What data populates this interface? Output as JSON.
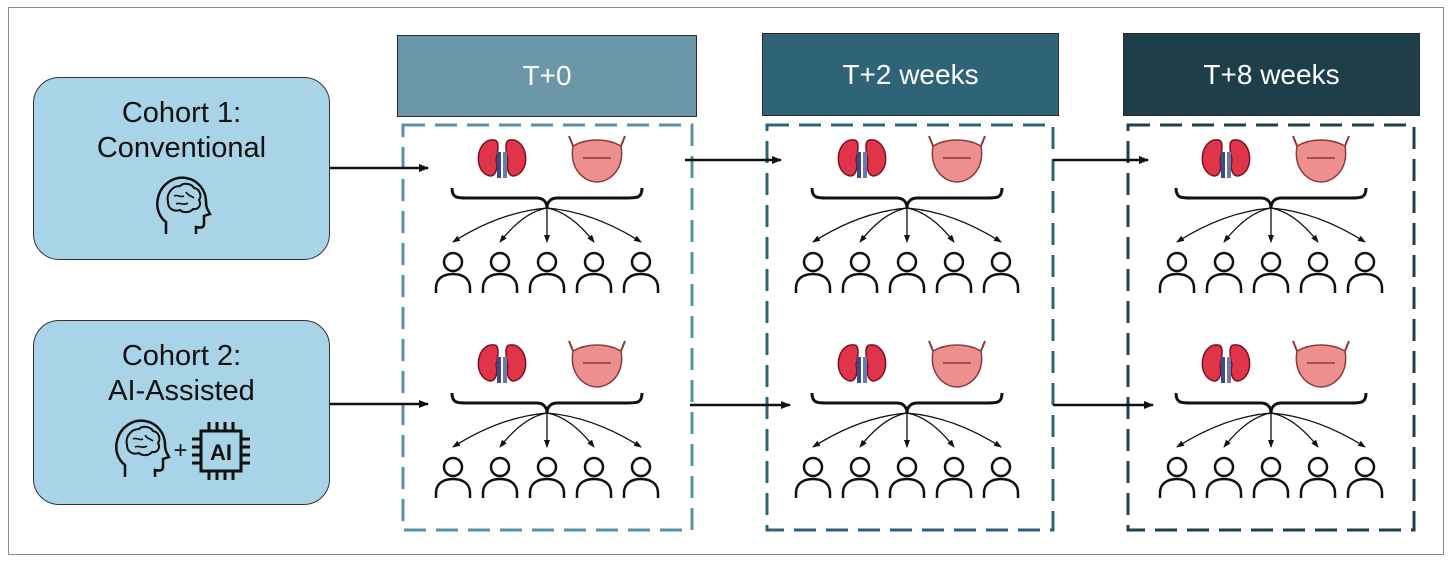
{
  "cohorts": [
    {
      "title_line1": "Cohort 1:",
      "title_line2": "Conventional",
      "icons": [
        "head-brain-icon"
      ]
    },
    {
      "title_line1": "Cohort 2:",
      "title_line2": "AI-Assisted",
      "icons": [
        "head-brain-icon",
        "ai-chip-icon"
      ],
      "plus": "+",
      "ai_label": "AI"
    }
  ],
  "timepoints": [
    {
      "label": "T+0",
      "color": "#6b97a8",
      "dash_color": "#5b8fa3"
    },
    {
      "label": "T+2 weeks",
      "color": "#2f6378",
      "dash_color": "#2f6378"
    },
    {
      "label": "T+8 weeks",
      "color": "#1e3e4a",
      "dash_color": "#1e3e4a"
    }
  ],
  "organ_icons": [
    "kidney-icon",
    "bladder-icon"
  ],
  "readers_per_group": 5,
  "colors": {
    "cohort_fill": "#a9d3e6",
    "kidney": "#e0344a",
    "bladder": "#ee8f8f"
  }
}
